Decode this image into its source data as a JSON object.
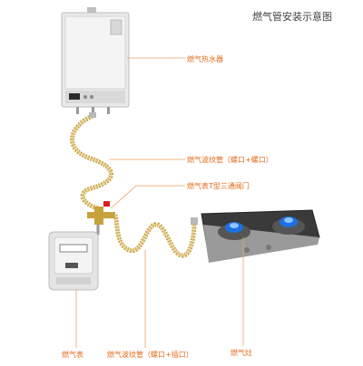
{
  "title": "燃气管安装示意图",
  "labels": {
    "water_heater": "燃气热水器",
    "corrugated_pipe_nut_nut": "燃气波纹管（螺口+螺口）",
    "meter_t_valve": "燃气表T型三通阀门",
    "gas_meter": "燃气表",
    "corrugated_pipe_nut_socket": "燃气波纹管（螺口+插口）",
    "gas_stove": "燃气灶"
  },
  "colors": {
    "label": "#e46a1c",
    "leader": "#f0a060",
    "pipe": "#c9a44a",
    "flame": "#1e6fe0"
  }
}
